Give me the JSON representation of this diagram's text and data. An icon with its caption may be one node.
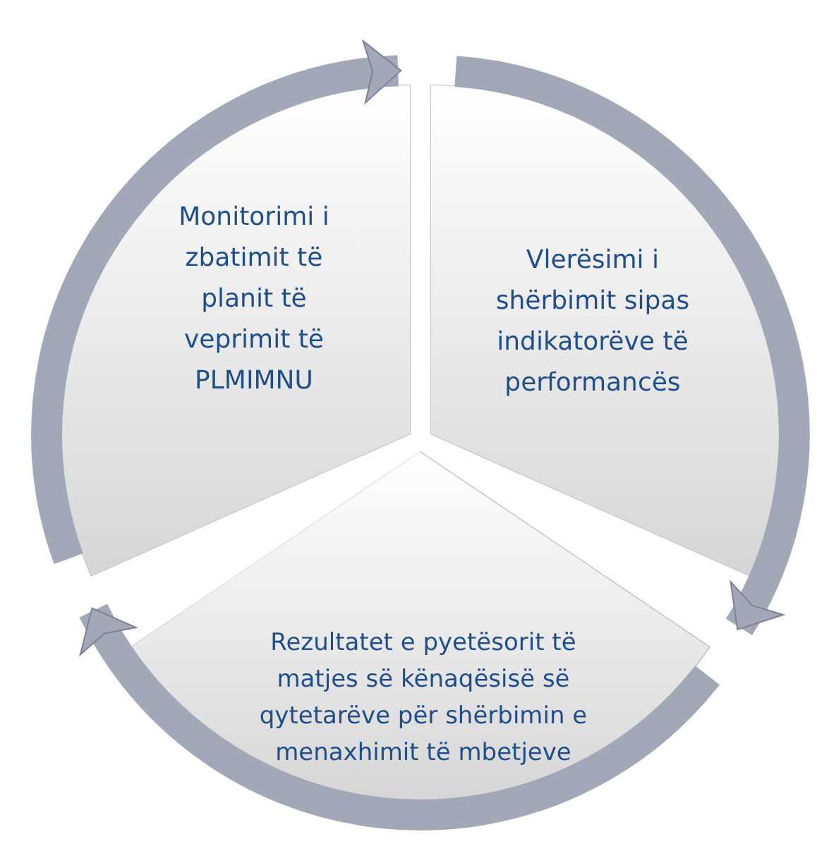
{
  "diagram": {
    "nodes": [
      {
        "text": [
          "Monitorimi i zbatimit të planit të veprimit të PLMIMNU"
        ]
      },
      {
        "text": [
          "Vlerësimi i shërbimit sipas indikatorëve të performancës"
        ]
      },
      {
        "text": [
          "Rezultatet e pyetësorit të matjes së kënaqësisë së qytetarëve për shërbimin e menaxhimit të mbetjeve"
        ]
      }
    ],
    "edges": [
      {
        "from": 0,
        "to": 1,
        "arrow": "to"
      },
      {
        "from": 1,
        "to": 2,
        "arrow": "to"
      },
      {
        "from": 2,
        "to": 0,
        "arrow": "to"
      }
    ]
  }
}
